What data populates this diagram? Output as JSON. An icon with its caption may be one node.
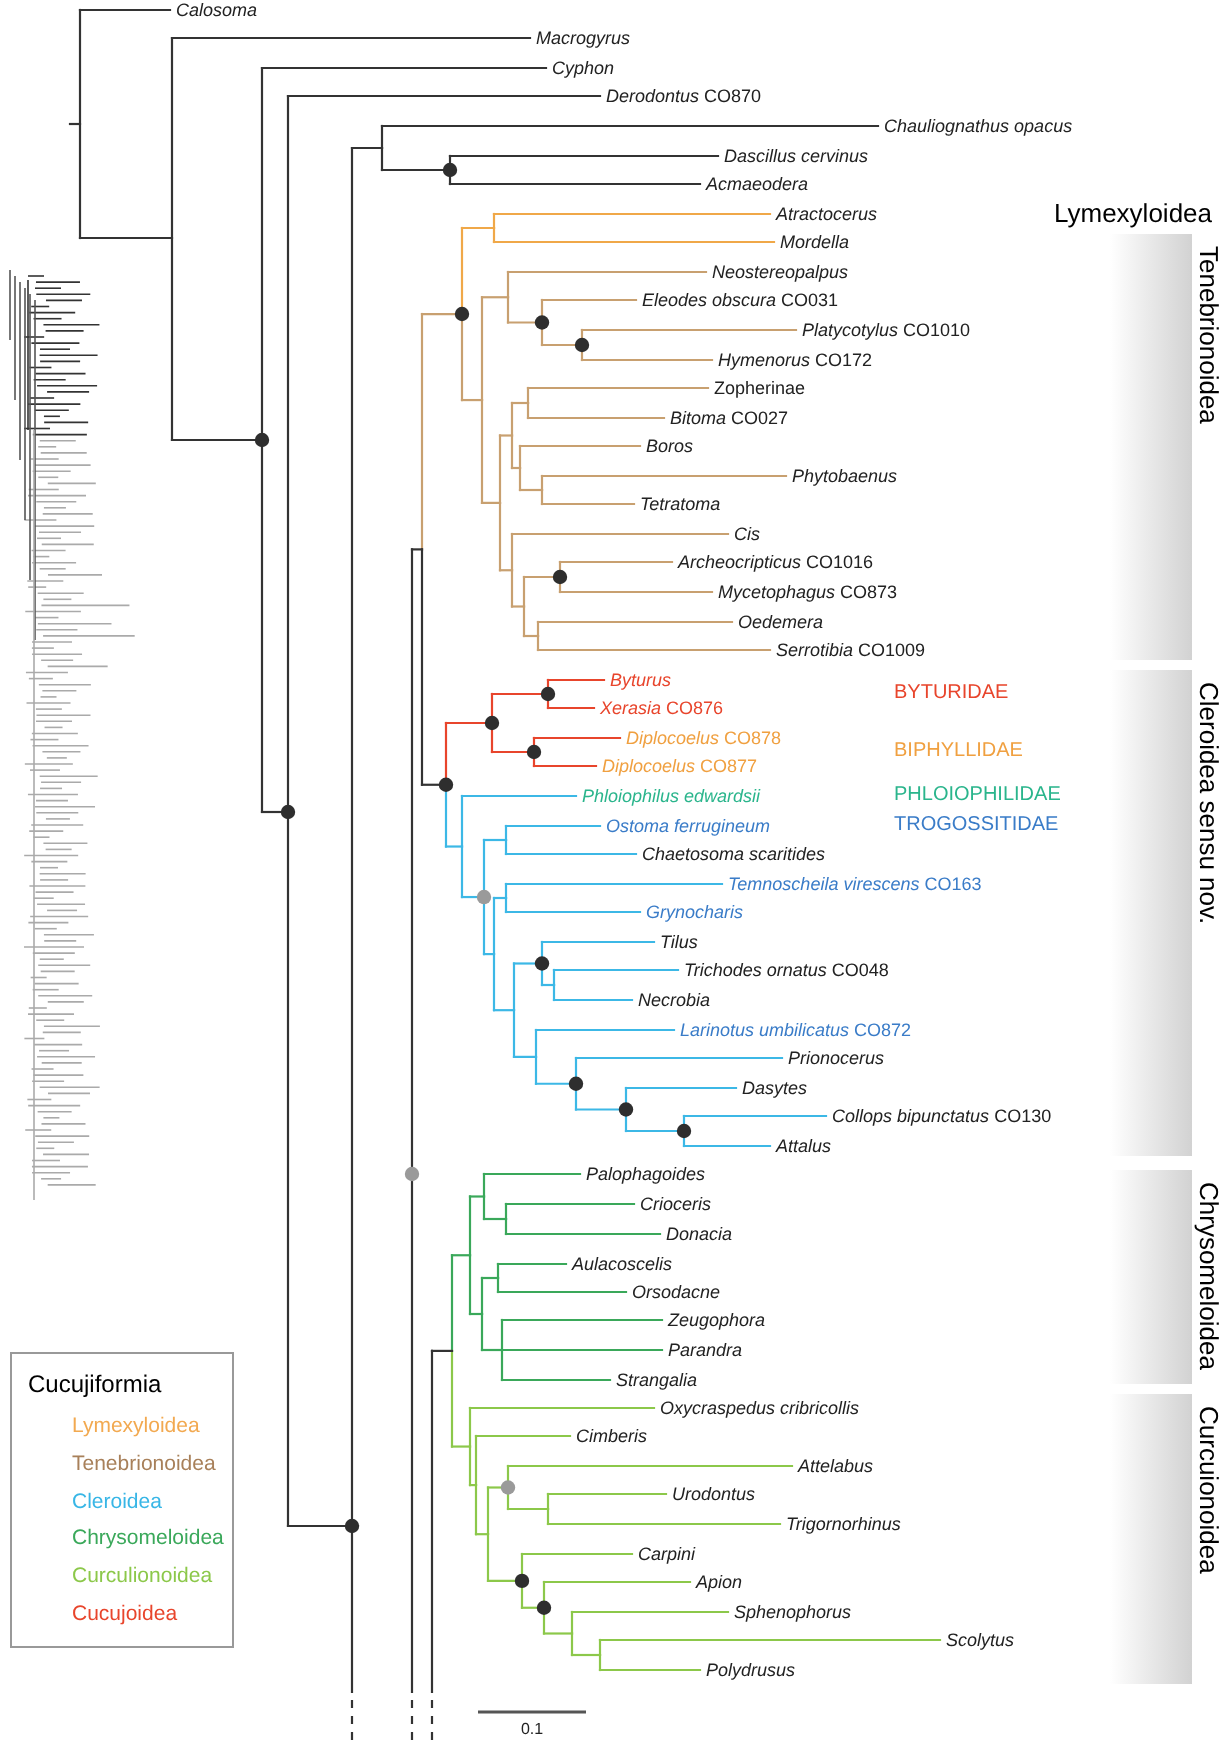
{
  "diagram": {
    "nodes": [
      {
        "text": [],
        "shape": "bar"
      },
      {
        "text": [],
        "shape": "bar"
      },
      {
        "text": [],
        "shape": "bar"
      },
      {
        "text": [],
        "shape": "bar"
      }
    ],
    "labels": [
      "Calosoma",
      "Macrogyrus",
      "Cyphon",
      "*Derodontus* CO870",
      "Chauliognathus opacus",
      "Dascillus cervinus",
      "Acmaeodera",
      "Lymexyloidea",
      "Atractocerus",
      "Mordella",
      "Neostereopalpus",
      "*Eleodes obscura* CO031",
      "*Platycotylus* CO1010",
      "*Hymenorus* CO172",
      "Zopherinae",
      "*Bitoma* CO027",
      "Boros",
      "Phytobaenus",
      "Tetratoma",
      "Cis",
      "*Archeocripticus* CO1016",
      "*Mycetophagus* CO873",
      "Oedemera",
      "*Serrotibia* CO1009",
      "Tenebrionoidea",
      "Byturus",
      "*Xerasia* CO876",
      "BYTURIDAE",
      "*Diplocoelus* CO878",
      "*Diplocoelus* CO877",
      "BIPHYLLIDAE",
      "Phloiophilus edwardsii",
      "PHLOIOPHILIDAE",
      "Ostoma ferrugineum",
      "TROGOSSITIDAE",
      "Chaetosoma scaritides",
      "*Temnoscheila virescens* CO163",
      "Grynocharis",
      "Tilus",
      "*Trichodes ornatus* CO048",
      "Necrobia",
      "*Larinotus umbilicatus* CO872",
      "Prionocerus",
      "Dasytes",
      "*Collops bipunctatus* CO130",
      "Attalus",
      "Cleroidea sensu nov.",
      "Palophagoides",
      "Crioceris",
      "Donacia",
      "Chrysomeloidea",
      "Aulacoscelis",
      "Orsodacne",
      "Zeugophora",
      "Parandra",
      "Strangalia",
      "Curcuionoidea",
      "Oxycraspedus cribricollis",
      "Cimberis",
      "Attelabus",
      "Urodontus",
      "Trigornorhinus",
      "Carpini",
      "Apion",
      "Sphenophorus",
      "Scolytus",
      "Polydrusus",
      "0.1",
      "Cucujiformia"
    ],
    "legend": [
      {
        "text": "Lymexyloidea",
        "color": "#f2a950"
      },
      {
        "text": "Tenebrionoidea",
        "color": "#a8805a"
      },
      {
        "text": "Cleroidea",
        "color": "#38b6e6"
      },
      {
        "text": "Chrysomeloidea",
        "color": "#3aa85a"
      },
      {
        "text": "Curculionoidea",
        "color": "#8cc84a"
      },
      {
        "text": "Cucujoidea",
        "color": "#e8452c"
      }
    ]
  }
}
